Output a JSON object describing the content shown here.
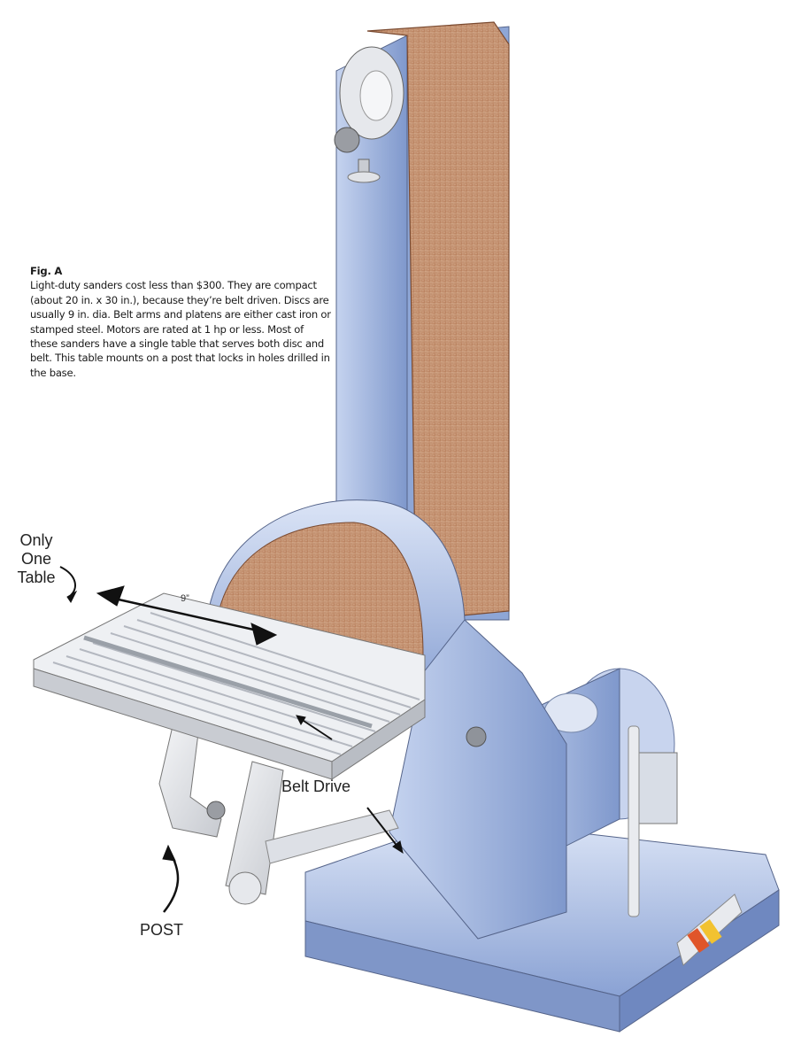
{
  "figure": {
    "title": "Fig. A",
    "caption": "Light-duty sanders cost less than $300. They are compact (about 20 in. x 30 in.), because they’re belt driven. Discs are usually 9 in. dia. Belt arms and platens are either cast iron or stamped steel. Motors are rated at 1 hp or less. Most of these sanders have a single table that serves both disc and belt. This table mounts on a post that locks in holes drilled in the base."
  },
  "callouts": {
    "table_line1": "Only One",
    "table_line2": "Table",
    "dimension": "9”",
    "belt_drive": "Belt Drive",
    "post": "POST"
  },
  "colors": {
    "machine_blue": "#8ea6d6",
    "machine_blue_dark": "#6f88c0",
    "abrasive": "#c4906e",
    "table_gray": "#e4e6ea",
    "switch_red": "#e0552a",
    "switch_yellow": "#f2c230"
  }
}
